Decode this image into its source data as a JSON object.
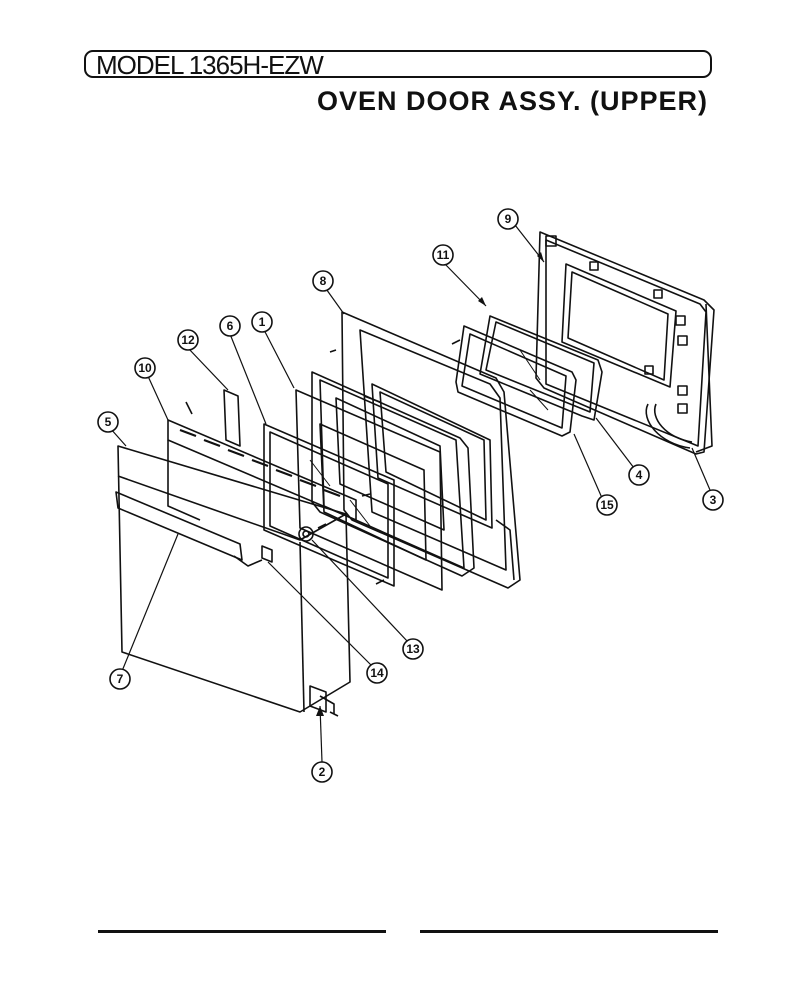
{
  "header": {
    "model": "MODEL 1365H-EZW",
    "title": "OVEN DOOR ASSY. (UPPER)"
  },
  "callouts": [
    "9",
    "11",
    "8",
    "12",
    "6",
    "1",
    "10",
    "5",
    "7",
    "13",
    "14",
    "2",
    "15",
    "4",
    "3"
  ]
}
